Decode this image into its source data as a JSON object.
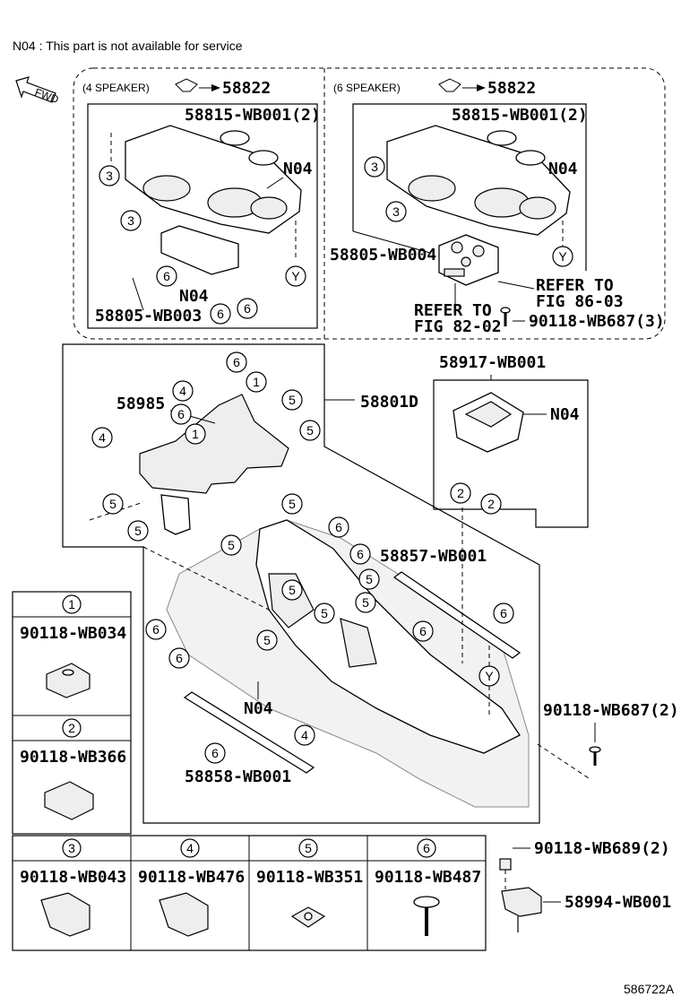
{
  "note": "N04 : This part is not available for service",
  "fwd_label": "FWD",
  "diagram_id": "586722A",
  "variant_4": {
    "label": "(4 SPEAKER)",
    "part": "58822",
    "cupholder_cover": "58815-WB001(2)",
    "n04": "N04",
    "n04_lower": "N04",
    "panel": "58805-WB003",
    "callouts": [
      "3",
      "3",
      "6",
      "6",
      "6"
    ],
    "y": "Y"
  },
  "variant_6": {
    "label": "(6 SPEAKER)",
    "part": "58822",
    "cupholder_cover": "58815-WB001(2)",
    "n04": "N04",
    "panel": "58805-WB004",
    "refer1": "REFER TO",
    "refer1b": "FIG 86-03",
    "refer2": "REFER TO",
    "refer2b": "FIG 82-02",
    "screw": "90118-WB687(3)",
    "callouts": [
      "3",
      "3"
    ],
    "y": "Y"
  },
  "main": {
    "box_id": "58801D",
    "bracket": "58985",
    "ashtray": "58917-WB001",
    "ashtray_n04": "N04",
    "strip_right": "58857-WB001",
    "strip_left": "58858-WB001",
    "n04": "N04",
    "screw": "90118-WB687(2)",
    "y": "Y",
    "callouts": [
      "6",
      "1",
      "5",
      "4",
      "6",
      "5",
      "4",
      "1",
      "5",
      "5",
      "5",
      "5",
      "6",
      "5",
      "6",
      "5",
      "5",
      "5",
      "6",
      "5",
      "6",
      "6",
      "6",
      "6",
      "4",
      "2"
    ]
  },
  "lower_right": {
    "clip": "90118-WB689(2)",
    "bracket": "58994-WB001"
  },
  "legend": [
    {
      "num": "1",
      "part": "90118-WB034",
      "icon": "u-nut-clip-icon"
    },
    {
      "num": "2",
      "part": "90118-WB366",
      "icon": "spring-clip-icon"
    },
    {
      "num": "3",
      "part": "90118-WB043",
      "icon": "push-clip-icon"
    },
    {
      "num": "4",
      "part": "90118-WB476",
      "icon": "push-clip-icon"
    },
    {
      "num": "5",
      "part": "90118-WB351",
      "icon": "square-nut-icon"
    },
    {
      "num": "6",
      "part": "90118-WB487",
      "icon": "screw-icon"
    }
  ]
}
